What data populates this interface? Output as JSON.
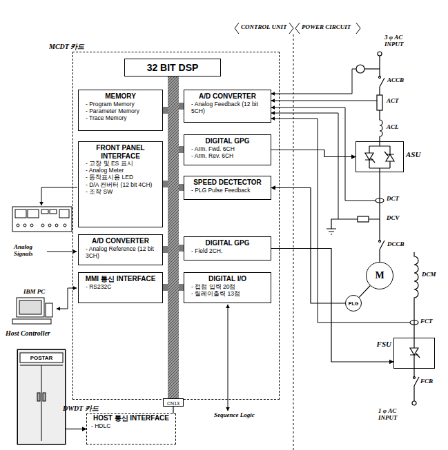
{
  "diagram": {
    "nodes": [
      {
        "text": [
          "MCDT 카드"
        ]
      },
      {
        "text": [
          "32 BIT DSP"
        ],
        "in": 0
      },
      {
        "text": [
          "MEMORY",
          "- Program Memory",
          "- Parameter Memory",
          "- Trace Memory"
        ],
        "in": 0
      },
      {
        "text": [
          "FRONT PANEL INTERFACE",
          "- 고장 및 ES 표시",
          "- Analog Meter",
          "- 동작표시용 LED",
          "- D/A 컨버터 (12 bit 4CH)",
          "- 조작 SW"
        ],
        "in": 0
      },
      {
        "text": [
          "A/D CONVERTER",
          "- Analog Reference (12 bit 3CH)"
        ],
        "in": 0
      },
      {
        "text": [
          "MMI 통신 INTERFACE",
          "- RS232C"
        ],
        "in": 0
      },
      {
        "text": [
          "A/D CONVERTER",
          "- Analog Feedback (12 bit 5CH)"
        ],
        "in": 0
      },
      {
        "text": [
          "DIGITAL GPG",
          "- Arm. Fwd. 6CH",
          "- Arm. Rev. 6CH"
        ],
        "in": 0
      },
      {
        "text": [
          "SPEED DECTECTOR",
          "- PLG Pulse Feedback"
        ],
        "in": 0
      },
      {
        "text": [
          "DIGITAL GPG",
          "- Field 2CH."
        ],
        "in": 0
      },
      {
        "text": [
          "DIGITAL I/O",
          "- 접점 입력 20점",
          "- 릴레이출력 13점"
        ],
        "in": 0
      },
      {
        "text": [
          "CN13"
        ]
      },
      {
        "text": [
          "DWDT 카드",
          "HOST 통신 INTERFACE",
          "- HDLC"
        ]
      },
      {
        "text": [
          "Host Controller",
          "POSTAR"
        ]
      },
      {
        "text": [
          "ASU"
        ]
      },
      {
        "text": [
          "M"
        ]
      },
      {
        "text": [
          "PLG"
        ]
      },
      {
        "text": [
          "FSU"
        ]
      }
    ],
    "edges": [
      {
        "from": 7,
        "to": 14,
        "arrow": "to"
      },
      {
        "from": 16,
        "to": 8,
        "arrow": "to"
      },
      {
        "from": 9,
        "to": 17,
        "arrow": "to"
      },
      {
        "from": 15,
        "to": 16,
        "arrow": "none"
      },
      {
        "from": 13,
        "to": 12,
        "arrow": "to"
      },
      {
        "from": 11,
        "to": 12,
        "arrow": "none"
      }
    ],
    "labels": [
      "CONTROL UNIT",
      "POWER CIRCUIT",
      "Analog Signals",
      "IBM PC",
      "Sequence Logic",
      "3 φ AC INPUT",
      "ACCB",
      "ACT",
      "ACL",
      "DCT",
      "DCV",
      "DCCB",
      "DCM",
      "FCT",
      "FCB",
      "1 φ AC INPUT"
    ]
  }
}
